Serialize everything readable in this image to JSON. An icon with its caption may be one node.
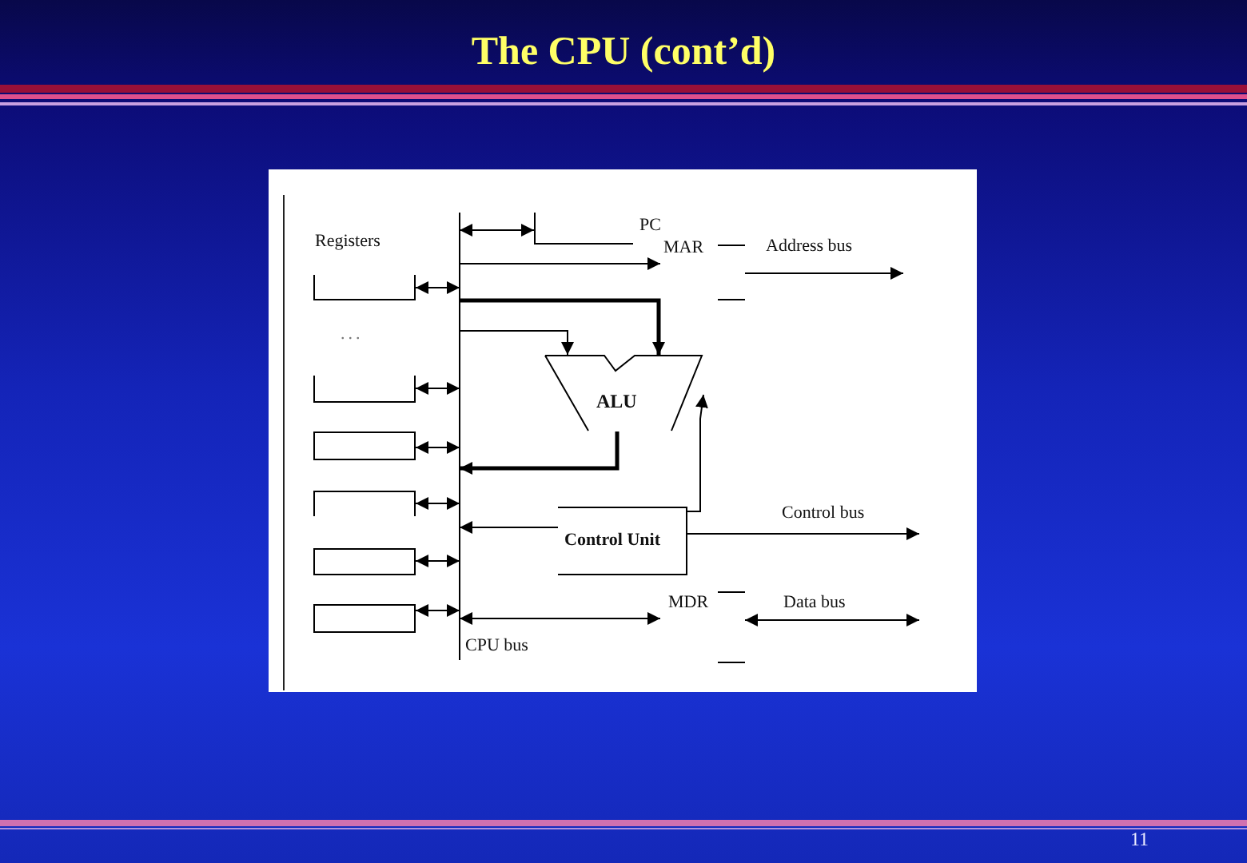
{
  "diagram": {
    "title": "The CPU (cont’d)",
    "nodes": [
      {
        "text": [
          "CPU bus"
        ]
      },
      {
        "text": [
          "PC"
        ]
      },
      {
        "text": [],
        "shape": "box"
      },
      {
        "text": [],
        "shape": "box"
      },
      {
        "text": [],
        "shape": "box"
      },
      {
        "text": [],
        "shape": "box"
      },
      {
        "text": [],
        "shape": "box"
      },
      {
        "text": [],
        "shape": "box"
      },
      {
        "text": [
          "MAR"
        ]
      },
      {
        "text": [
          "ALU"
        ]
      },
      {
        "text": [
          "Control Unit"
        ]
      },
      {
        "text": [
          "MDR"
        ]
      }
    ],
    "edges": [
      {
        "from": 1,
        "to": 0,
        "arrow": "both"
      },
      {
        "from": 2,
        "to": 0,
        "arrow": "both"
      },
      {
        "from": 3,
        "to": 0,
        "arrow": "both"
      },
      {
        "from": 4,
        "to": 0,
        "arrow": "both"
      },
      {
        "from": 5,
        "to": 0,
        "arrow": "both"
      },
      {
        "from": 6,
        "to": 0,
        "arrow": "both"
      },
      {
        "from": 7,
        "to": 0,
        "arrow": "both"
      },
      {
        "from": 0,
        "to": 8,
        "arrow": "to"
      },
      {
        "from": 8,
        "to": null,
        "arrow": "to",
        "label": "Address bus"
      },
      {
        "from": 0,
        "to": 9,
        "arrow": "to",
        "style": "thick"
      },
      {
        "from": 0,
        "to": 9,
        "arrow": "to"
      },
      {
        "from": 9,
        "to": 0,
        "arrow": "to",
        "style": "thick"
      },
      {
        "from": 10,
        "to": 9,
        "arrow": "to"
      },
      {
        "from": 10,
        "to": 0,
        "arrow": "to"
      },
      {
        "from": 10,
        "to": null,
        "arrow": "to",
        "label": "Control bus"
      },
      {
        "from": 11,
        "to": 0,
        "arrow": "both"
      },
      {
        "from": 11,
        "to": null,
        "arrow": "both",
        "label": "Data bus"
      }
    ],
    "labels": [
      "Registers",
      "...",
      "11"
    ]
  }
}
